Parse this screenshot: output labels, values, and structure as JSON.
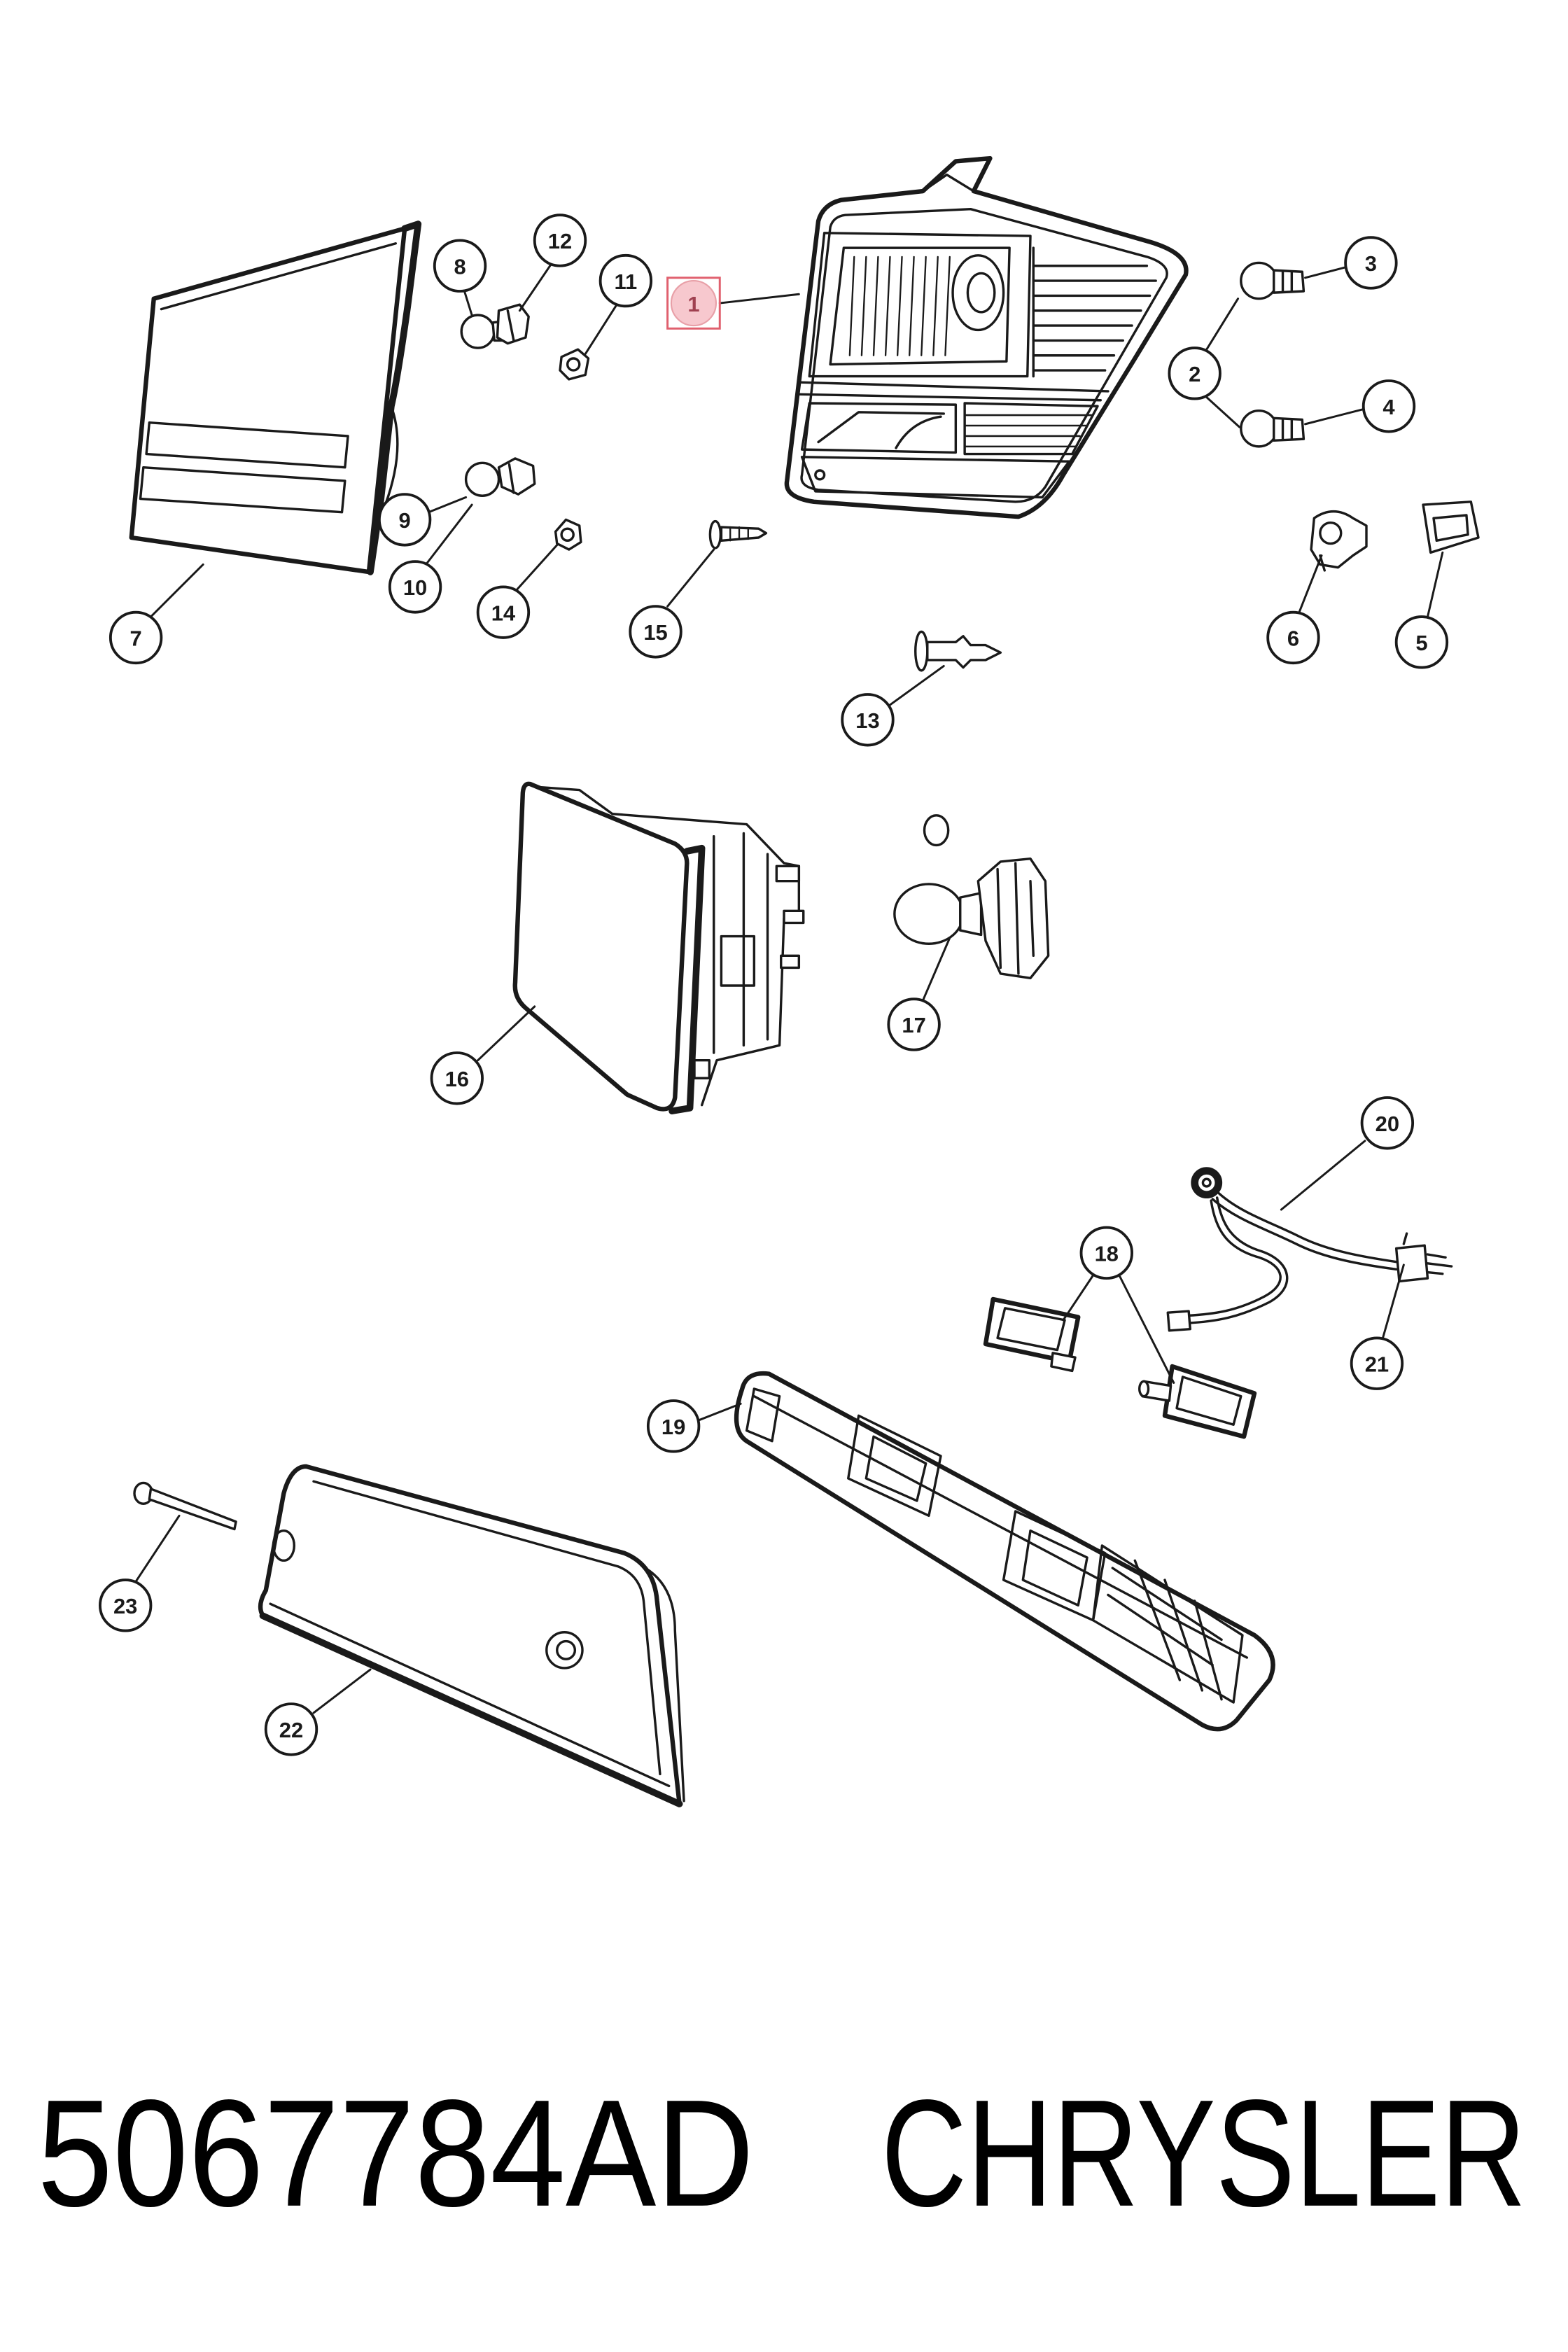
{
  "colors": {
    "background": "#ffffff",
    "line": "#1a1a1a",
    "highlight_fill": "#f7c8ce",
    "highlight_border": "#e0606e",
    "highlight_text": "#a04050"
  },
  "callouts": [
    {
      "label": "1",
      "highlighted": true
    },
    {
      "label": "2"
    },
    {
      "label": "3"
    },
    {
      "label": "4"
    },
    {
      "label": "5"
    },
    {
      "label": "6"
    },
    {
      "label": "7"
    },
    {
      "label": "8"
    },
    {
      "label": "9"
    },
    {
      "label": "10"
    },
    {
      "label": "11"
    },
    {
      "label": "12"
    },
    {
      "label": "13"
    },
    {
      "label": "14"
    },
    {
      "label": "15"
    },
    {
      "label": "16"
    },
    {
      "label": "17"
    },
    {
      "label": "18"
    },
    {
      "label": "19"
    },
    {
      "label": "20"
    },
    {
      "label": "21"
    },
    {
      "label": "22"
    },
    {
      "label": "23"
    }
  ],
  "footer": {
    "part_number": "5067784AD",
    "brand": "CHRYSLER"
  }
}
